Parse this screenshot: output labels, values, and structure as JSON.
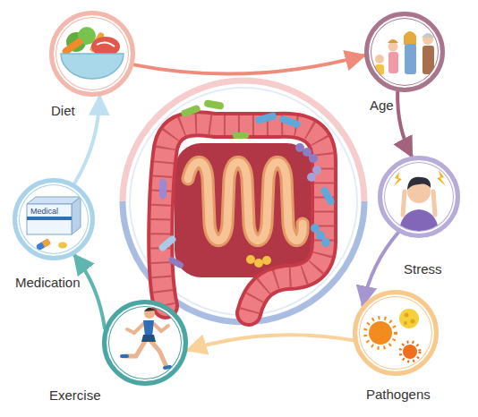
{
  "diagram": {
    "nodes": [
      {
        "text": [
          "Diet"
        ]
      },
      {
        "text": [
          "Age"
        ]
      },
      {
        "text": [
          "Stress"
        ]
      },
      {
        "text": [
          "Pathogens"
        ]
      },
      {
        "text": [
          "Exercise"
        ]
      },
      {
        "text": [
          "Medication"
        ]
      }
    ],
    "edges": [
      {
        "from": 0,
        "to": 1,
        "arrow": "to"
      },
      {
        "from": 1,
        "to": 2,
        "arrow": "to"
      },
      {
        "from": 2,
        "to": 3,
        "arrow": "to"
      },
      {
        "from": 3,
        "to": 4,
        "arrow": "to"
      },
      {
        "from": 4,
        "to": 5,
        "arrow": "to"
      },
      {
        "from": 5,
        "to": 0,
        "arrow": "to"
      }
    ],
    "labels": [
      "Medical"
    ]
  }
}
